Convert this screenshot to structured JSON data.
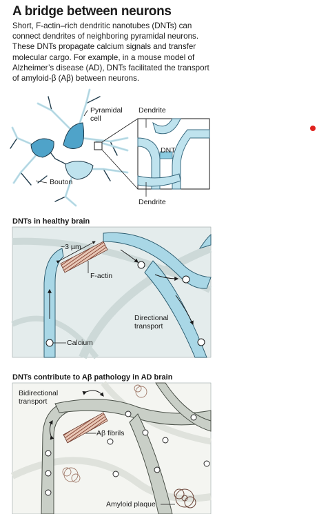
{
  "title": "A bridge between neurons",
  "intro": [
    "Short, F-actin–rich dendritic nanotubes (DNTs) can",
    "connect dendrites of neighboring pyramidal neurons.",
    "These DNTs propagate calcium signals and transfer",
    "molecular cargo. For example, in a mouse model of",
    "Alzheimer’s disease (AD), DNTs facilitated the transport",
    "of amyloid-β (Aβ) between neurons."
  ],
  "panel1": {
    "labels": {
      "pyramidal": "Pyramidal",
      "cell": "cell",
      "bouton": "Bouton",
      "dendrite_top": "Dendrite",
      "dnt": "DNT",
      "dendrite_bottom": "Dendrite"
    }
  },
  "panel2": {
    "heading": "DNTs in healthy brain",
    "labels": {
      "length": "~3 µm",
      "factin": "F-actin",
      "directional": "Directional",
      "transport": "transport",
      "calcium": "Calcium"
    }
  },
  "panel3": {
    "heading": "DNTs contribute to Aβ pathology in AD brain",
    "labels": {
      "bidirectional": "Bidirectional",
      "transport": "transport",
      "fibrils": "Aβ fibrils",
      "plaque": "Amyloid plaque"
    }
  },
  "colors": {
    "cell_blue": "#4fa3c9",
    "dendrite_blue": "#bfe3ee",
    "grey_dendrite": "#c9cfc7",
    "panel2_bg": "#e4ecec",
    "panel3_bg": "#f4f5f1",
    "marker": "#e0221e"
  }
}
